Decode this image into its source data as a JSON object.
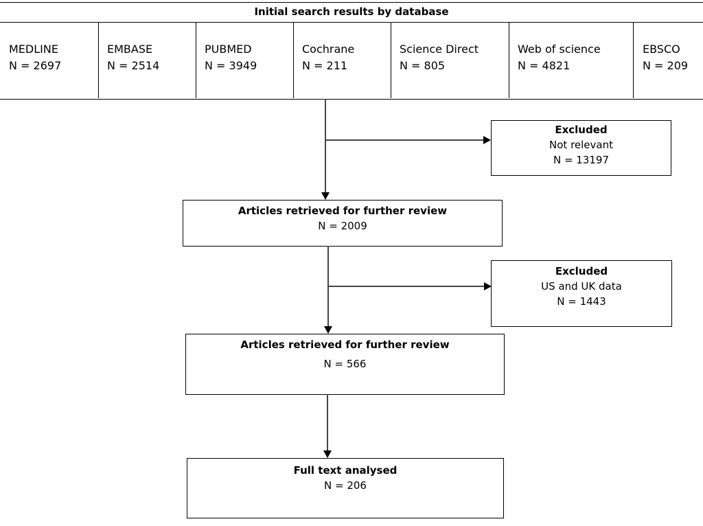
{
  "header": {
    "title": "Initial search results by database"
  },
  "databases": [
    {
      "name": "MEDLINE",
      "count": "N = 2697"
    },
    {
      "name": "EMBASE",
      "count": "N = 2514"
    },
    {
      "name": "PUBMED",
      "count": "N = 3949"
    },
    {
      "name": "Cochrane",
      "count": "N = 211"
    },
    {
      "name": "Science Direct",
      "count": "N = 805"
    },
    {
      "name": "Web of science",
      "count": "N = 4821"
    },
    {
      "name": "EBSCO",
      "count": "N = 209"
    }
  ],
  "excluded_1": {
    "title": "Excluded",
    "reason": "Not relevant",
    "count": "N = 13197"
  },
  "retrieved_1": {
    "title": "Articles retrieved for further review",
    "count": "N = 2009"
  },
  "excluded_2": {
    "title": "Excluded",
    "reason": "US and UK data",
    "count": "N = 1443"
  },
  "retrieved_2": {
    "title": "Articles retrieved for further review",
    "count": "N = 566"
  },
  "final": {
    "title": "Full text analysed",
    "count": "N = 206"
  }
}
